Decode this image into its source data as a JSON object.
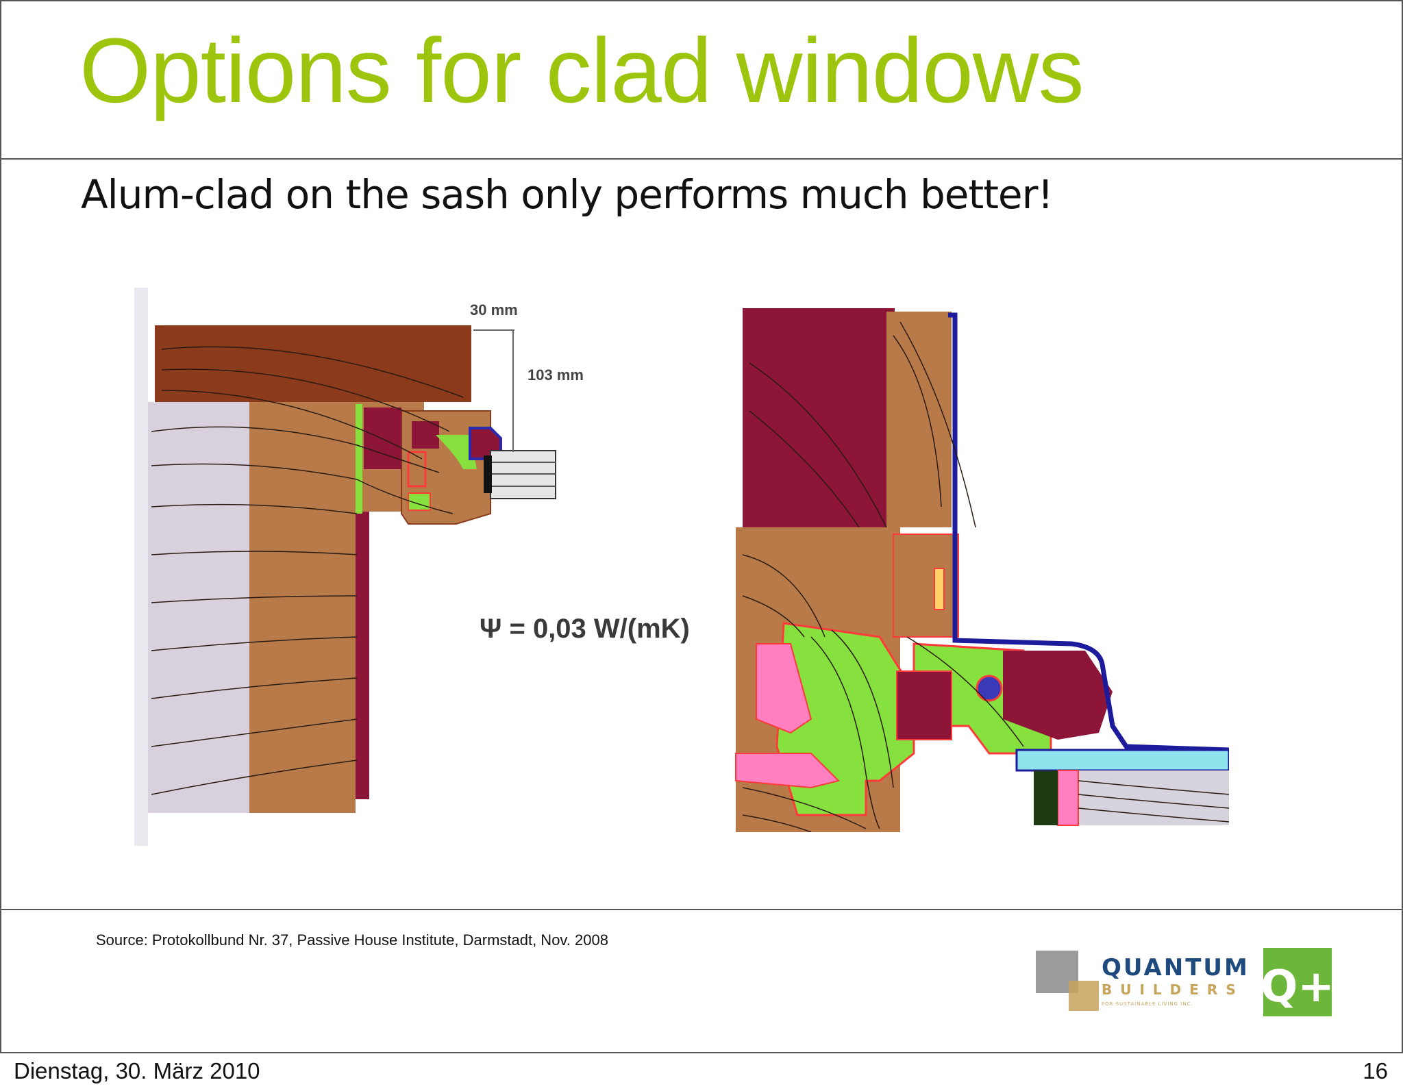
{
  "slide": {
    "title": "Options for clad windows",
    "subtitle": "Alum-clad on the sash only performs much better!",
    "source": "Source: Protokollbund Nr. 37, Passive House Institute, Darmstadt, Nov. 2008"
  },
  "figure_left": {
    "dim_30": "30 mm",
    "dim_103": "103 mm",
    "psi": "Ψ = 0,03 W/(mK)"
  },
  "logo": {
    "name": "QUANTUM",
    "sub": "BUILDERS",
    "tagline": "FOR SUSTAINABLE LIVING INC.",
    "mark": "Q+"
  },
  "footer": {
    "date": "Dienstag, 30. März 2010",
    "page": "16"
  },
  "colors": {
    "title": "#9dc50e",
    "wood": "#b97a4a",
    "wood_dark": "#8b3a1c",
    "maroon": "#8c1538",
    "insulation_green": "#86e03e",
    "pink": "#ff7fc0",
    "cyan": "#8ee3ec"
  }
}
